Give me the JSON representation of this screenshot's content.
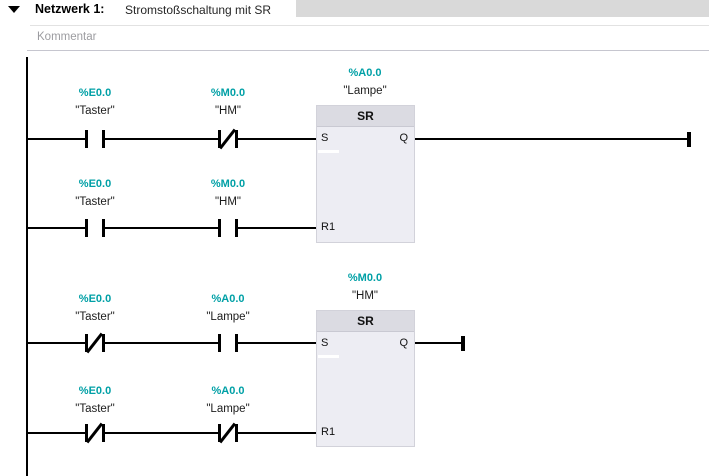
{
  "header": {
    "network_label": "Netzwerk 1:",
    "network_title": "Stromstoßschaltung mit SR",
    "comment_placeholder": "Kommentar"
  },
  "colors": {
    "operand_address": "#00a0a6",
    "wire": "#000000",
    "block_body": "#ededf3",
    "block_header": "#dbdbe2",
    "network_header_band": "#d9d9d9",
    "comment_text": "#9c9ca0"
  },
  "ladder": {
    "rung1": {
      "contact1": {
        "address": "%E0.0",
        "name": "\"Taster\"",
        "type": "NO"
      },
      "contact2": {
        "address": "%M0.0",
        "name": "\"HM\"",
        "type": "NC"
      }
    },
    "rung2": {
      "contact1": {
        "address": "%E0.0",
        "name": "\"Taster\"",
        "type": "NO"
      },
      "contact2": {
        "address": "%M0.0",
        "name": "\"HM\"",
        "type": "NO"
      }
    },
    "rung3": {
      "contact1": {
        "address": "%E0.0",
        "name": "\"Taster\"",
        "type": "NC"
      },
      "contact2": {
        "address": "%A0.0",
        "name": "\"Lampe\"",
        "type": "NO"
      }
    },
    "rung4": {
      "contact1": {
        "address": "%E0.0",
        "name": "\"Taster\"",
        "type": "NC"
      },
      "contact2": {
        "address": "%A0.0",
        "name": "\"Lampe\"",
        "type": "NC"
      }
    },
    "block1": {
      "type": "SR",
      "address": "%A0.0",
      "name": "\"Lampe\"",
      "pin_s": "S",
      "pin_q": "Q",
      "pin_r1": "R1"
    },
    "block2": {
      "type": "SR",
      "address": "%M0.0",
      "name": "\"HM\"",
      "pin_s": "S",
      "pin_q": "Q",
      "pin_r1": "R1"
    }
  }
}
